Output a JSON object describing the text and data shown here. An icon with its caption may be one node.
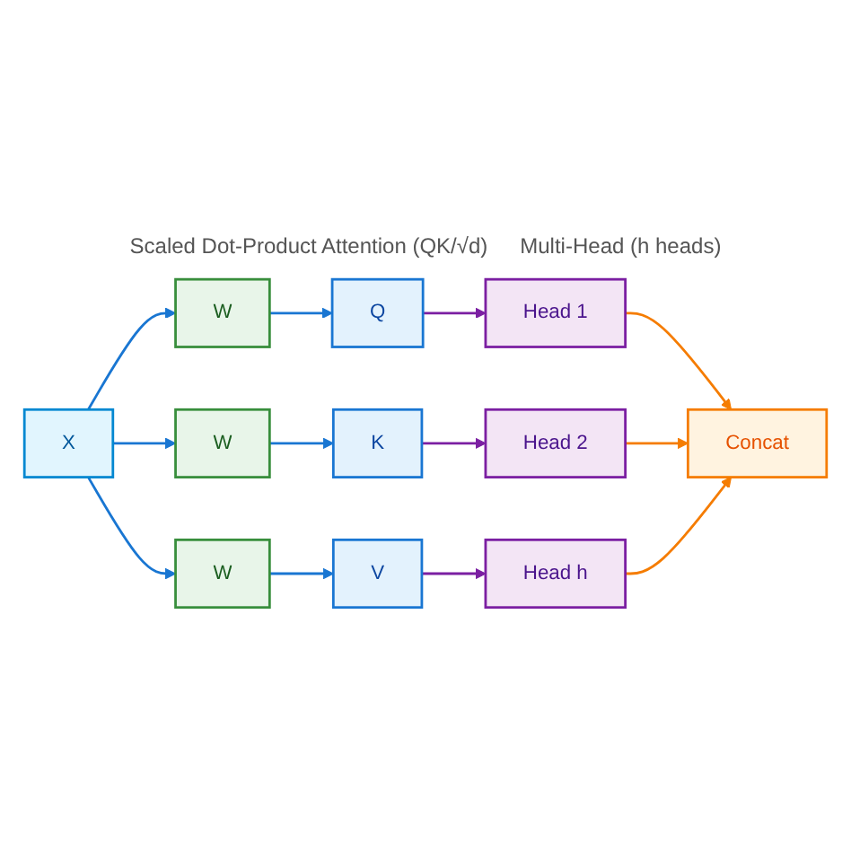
{
  "diagram": {
    "nodes": [
      {
        "text": [
          "X"
        ]
      },
      {
        "text": [
          "W"
        ]
      },
      {
        "text": [
          "W"
        ]
      },
      {
        "text": [
          "W"
        ]
      },
      {
        "text": [
          "Q"
        ]
      },
      {
        "text": [
          "K"
        ]
      },
      {
        "text": [
          "V"
        ]
      },
      {
        "text": [
          "Head 1"
        ]
      },
      {
        "text": [
          "Head 2"
        ]
      },
      {
        "text": [
          "Head h"
        ]
      },
      {
        "text": [
          "Concat"
        ]
      }
    ],
    "edges": [
      {
        "from": 0,
        "to": 1,
        "arrow": "to"
      },
      {
        "from": 0,
        "to": 2,
        "arrow": "to"
      },
      {
        "from": 0,
        "to": 3,
        "arrow": "to"
      },
      {
        "from": 1,
        "to": 4,
        "arrow": "to"
      },
      {
        "from": 2,
        "to": 5,
        "arrow": "to"
      },
      {
        "from": 3,
        "to": 6,
        "arrow": "to"
      },
      {
        "from": 4,
        "to": 7,
        "arrow": "to",
        "color": "#7b1fa2"
      },
      {
        "from": 5,
        "to": 8,
        "arrow": "to",
        "color": "#7b1fa2"
      },
      {
        "from": 6,
        "to": 9,
        "arrow": "to",
        "color": "#7b1fa2"
      },
      {
        "from": 7,
        "to": 10,
        "arrow": "to",
        "color": "#f57c00"
      },
      {
        "from": 8,
        "to": 10,
        "arrow": "to",
        "color": "#f57c00"
      },
      {
        "from": 9,
        "to": 10,
        "arrow": "to",
        "color": "#f57c00"
      }
    ],
    "labels": [
      "Scaled Dot-Product Attention (QK/√d)",
      "Multi-Head (h heads)"
    ]
  }
}
